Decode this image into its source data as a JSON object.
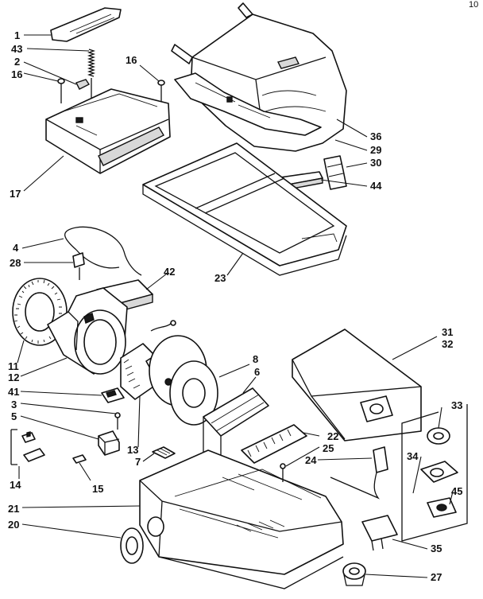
{
  "corner_mark": "10",
  "callouts": {
    "c1": "1",
    "c43": "43",
    "c2": "2",
    "c16a": "16",
    "c16b": "16",
    "c17": "17",
    "c36": "36",
    "c29": "29",
    "c30": "30",
    "c44": "44",
    "c23": "23",
    "c4": "4",
    "c28": "28",
    "c42": "42",
    "c11": "11",
    "c12": "12",
    "c41": "41",
    "c3": "3",
    "c5": "5",
    "c13": "13",
    "c7": "7",
    "c8": "8",
    "c6": "6",
    "c14": "14",
    "c15": "15",
    "c21": "21",
    "c20": "20",
    "c22": "22",
    "c25": "25",
    "c24": "24",
    "c31": "31",
    "c32": "32",
    "c33": "33",
    "c34": "34",
    "c45": "45",
    "c35": "35",
    "c27": "27"
  }
}
